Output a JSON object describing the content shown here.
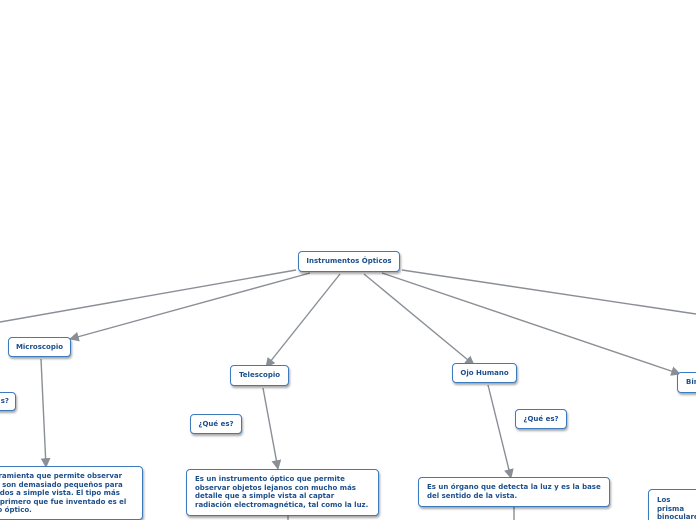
{
  "diagram": {
    "root": "Instrumentos Ópticos",
    "branches": {
      "microscopio": "Microscopio",
      "telescopio": "Telescopio",
      "ojo_humano": "Ojo Humano",
      "binoculares_partial": "Bin"
    },
    "questions": {
      "left_partial": "s?",
      "telescopio": "¿Qué es?",
      "ojo_humano": "¿Qué es?"
    },
    "definitions": {
      "microscopio": "rramienta que permite observar\ne son demasiado pequeños para\nados a simple vista. El tipo más\nl primero que fue inventado es el\nlo óptico.",
      "telescopio": "Es un instrumento óptico que permite observar objetos lejanos con mucho más detalle que a simple vista al captar radiación electromagnética, tal como la luz.",
      "ojo_humano": "Es un órgano que detecta la luz y es la base del sentido de la vista.",
      "binoculares": "Los prisma\nbinoculare\nóptico usa"
    }
  }
}
